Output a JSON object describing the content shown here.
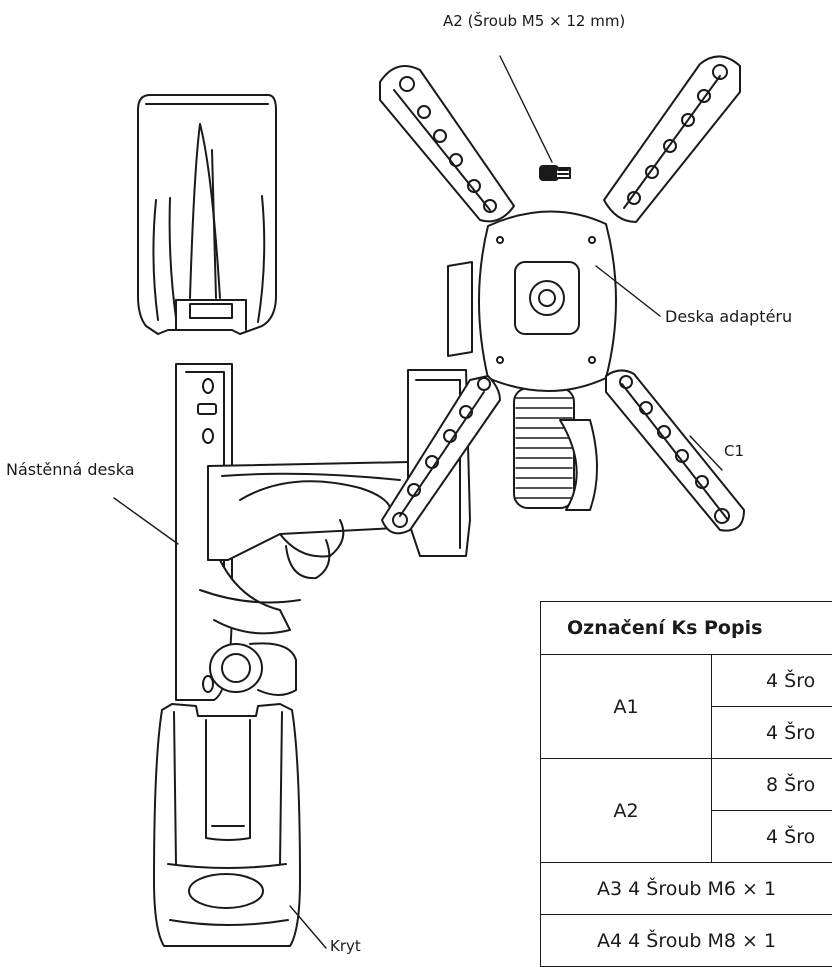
{
  "labels": {
    "screw_a2": "A2 (Šroub M5 × 12 mm)",
    "adapter_plate": "Deska adaptéru",
    "wall_plate": "Nástěnná deska",
    "c1": "C1",
    "cover": "Kryt"
  },
  "table": {
    "header": "Označení Ks Popis",
    "rows": {
      "a1_mark": "A1",
      "a1_line1": "4 Šro",
      "a1_line2": "4 Šro",
      "a2_mark": "A2",
      "a2_line1": "8 Šro",
      "a2_line2": "4 Šro",
      "a3": "A3 4 Šroub M6 × 1",
      "a4": "A4 4 Šroub M8 × 1"
    }
  }
}
